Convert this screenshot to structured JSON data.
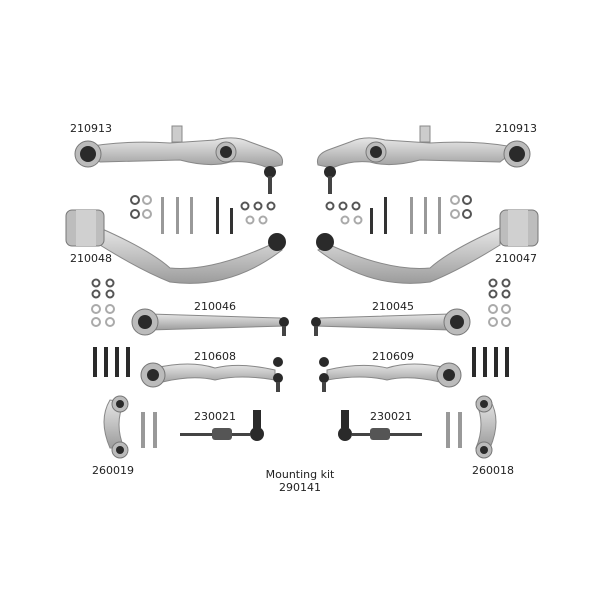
{
  "title": "Suspension control arm kit",
  "colors": {
    "background": "#ffffff",
    "metal": "#c8c8c8",
    "metal_dark": "#8a8a8a",
    "bushing": "#2a2a2a",
    "text": "#222222"
  },
  "labels": {
    "upper_left_arm": "210913",
    "upper_right_arm": "210913",
    "curved_left_arm": "210048",
    "curved_right_arm": "210047",
    "straight_left_arm": "210046",
    "straight_right_arm": "210045",
    "wavy_left_arm": "210608",
    "wavy_right_arm": "210609",
    "tie_rod_left": "230021",
    "tie_rod_right": "230021",
    "stabilizer_link_left": "260019",
    "stabilizer_link_right": "260018",
    "mounting_kit_title": "Mounting kit",
    "mounting_kit_number": "290141"
  }
}
